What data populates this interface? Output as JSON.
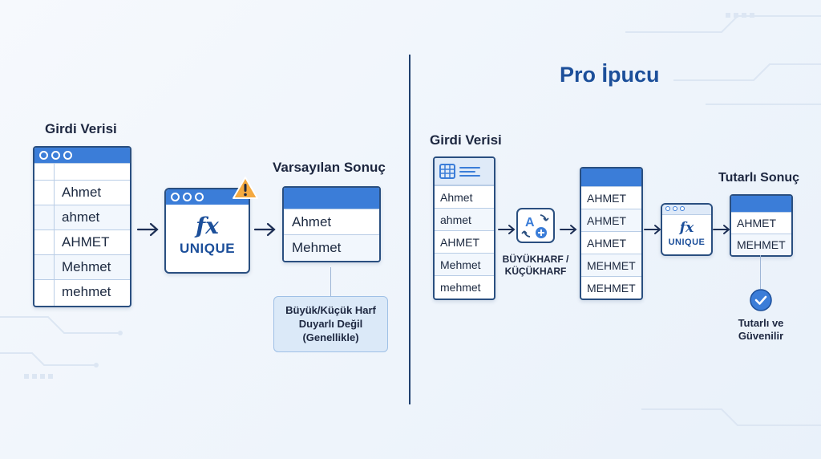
{
  "left": {
    "input_heading": "Girdi Verisi",
    "input_rows": [
      "Ahmet",
      "ahmet",
      "AHMET",
      "Mehmet",
      "mehmet"
    ],
    "function_label": "UNIQUE",
    "function_symbol": "fx",
    "output_heading": "Varsayılan Sonuç",
    "output_rows": [
      "Ahmet",
      "Mehmet"
    ],
    "note_lines": [
      "Büyük/Küçük Harf",
      "Duyarlı Değil",
      "(Genellikle)"
    ]
  },
  "right": {
    "title": "Pro İpucu",
    "input_heading": "Girdi Verisi",
    "input_rows": [
      "Ahmet",
      "ahmet",
      "AHMET",
      "Mehmet",
      "mehmet"
    ],
    "convert_label_lines": [
      "BÜYÜKHARF /",
      "KÜÇÜKHARF"
    ],
    "converted_rows": [
      "AHMET",
      "AHMET",
      "AHMET",
      "MEHMET",
      "MEHMET"
    ],
    "function_label": "UNIQUE",
    "function_symbol": "fx",
    "output_heading": "Tutarlı Sonuç",
    "output_rows": [
      "AHMET",
      "MEHMET"
    ],
    "result_label_lines": [
      "Tutarlı ve",
      "Güvenilir"
    ]
  },
  "icons": {
    "warning": "warning-icon",
    "check": "check-circle-icon",
    "convert": "case-convert-icon",
    "spreadsheet": "spreadsheet-icon"
  },
  "colors": {
    "accent": "#3b7dd8",
    "border": "#2a4f80",
    "title": "#1c4f9a",
    "warning": "#f4a940"
  }
}
